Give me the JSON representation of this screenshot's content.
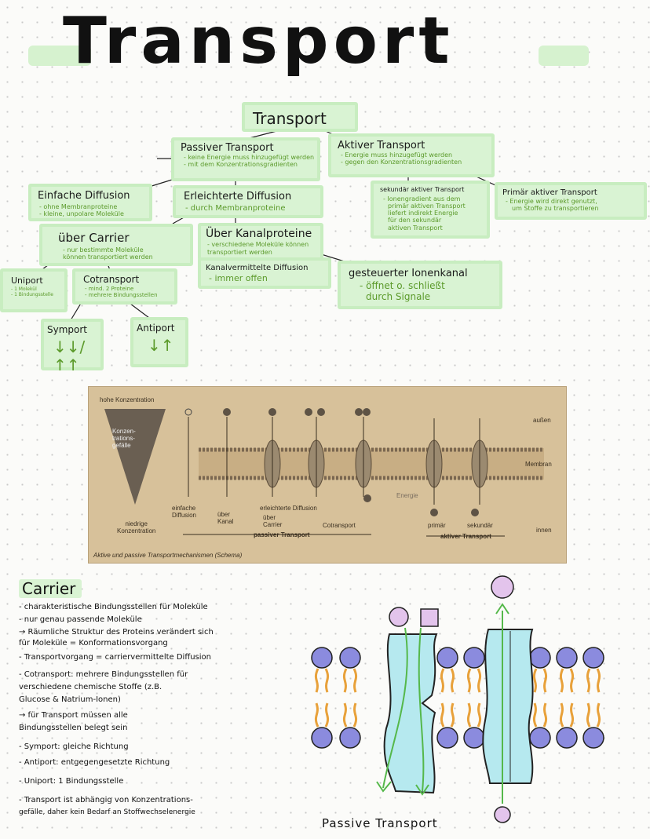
{
  "title": "Transport",
  "tree": {
    "root": "Transport",
    "passive": {
      "heading": "Passiver Transport",
      "notes": [
        "- keine Energie muss hinzugefügt werden",
        "- mit dem Konzentrationsgradienten"
      ]
    },
    "active": {
      "heading": "Aktiver Transport",
      "notes": [
        "- Energie muss hinzugefügt werden",
        "- gegen den Konzentrationsgradienten"
      ]
    },
    "secondary": {
      "heading": "sekundär aktiver Transport",
      "notes": [
        "- Ionengradient aus dem",
        "primär aktiven Transport",
        "liefert indirekt Energie",
        "für den sekundär",
        "aktiven Transport"
      ]
    },
    "primary": {
      "heading": "Primär aktiver Transport",
      "notes": [
        "- Energie wird direkt genutzt,",
        "um Stoffe zu transportieren"
      ]
    },
    "simple": {
      "heading": "Einfache Diffusion",
      "notes": [
        "- ohne Membranproteine",
        "- kleine, unpolare Moleküle"
      ]
    },
    "facilitated": {
      "heading": "Erleichterte Diffusion",
      "notes": [
        "- durch Membranproteine"
      ]
    },
    "carrier": {
      "heading": "über Carrier",
      "notes": [
        "- nur bestimmte Moleküle",
        "können transportiert werden"
      ]
    },
    "channel": {
      "heading": "Über Kanalproteine",
      "notes": [
        "- verschiedene Moleküle können",
        "transportiert werden"
      ]
    },
    "channel_mediated": {
      "heading": "Kanalvermittelte Diffusion",
      "notes": [
        "- immer offen"
      ]
    },
    "gated": {
      "heading": "gesteuerter Ionenkanal",
      "notes": [
        "- öffnet o. schließt",
        "durch Signale"
      ]
    },
    "uniport": {
      "heading": "Uniport",
      "notes": [
        "- 1 Molekül",
        "- 1 Bindungsstelle"
      ]
    },
    "cotransport": {
      "heading": "Cotransport",
      "notes": [
        "- mind. 2 Proteine",
        "- mehrere Bindungsstellen"
      ]
    },
    "symport": {
      "heading": "Symport",
      "arrows": "↓↓/↑↑"
    },
    "antiport": {
      "heading": "Antiport",
      "arrows": "↓↑"
    }
  },
  "textbook": {
    "high": "hohe Konzentration",
    "gradient": "Konzen-\ntrations-\ngefälle",
    "low": "niedrige\nKonzentration",
    "outside": "außen",
    "membrane": "Membran",
    "inside": "innen",
    "energy": "Energie",
    "simple": "einfache\nDiffusion",
    "via_channel": "über\nKanal",
    "facilitated": "erleichterte Diffusion",
    "via_carrier": "über\nCarrier",
    "cotransport": "Cotransport",
    "passive": "passiver Transport",
    "primary": "primär",
    "secondary": "sekundär",
    "active": "aktiver Transport",
    "caption": "Aktive und passive Transportmechanismen (Schema)"
  },
  "carrier_notes": {
    "title": "Carrier",
    "lines": [
      "- charakteristische Bindungsstellen für Moleküle",
      "- nur genau passende Moleküle",
      "→ Räumliche Struktur des Proteins verändert sich",
      "   für Moleküle = Konformationsvorgang",
      "- Transportvorgang = carriervermittelte Diffusion",
      "- Cotransport: mehrere Bindungsstellen für",
      "   verschiedene chemische Stoffe (z.B.",
      "   Glucose & Natrium-Ionen)",
      "   → für Transport müssen alle",
      "      Bindungsstellen belegt sein",
      "- Symport: gleiche Richtung",
      "- Antiport: entgegengesetzte Richtung",
      "- Uniport: 1 Bindungsstelle",
      "- Transport ist abhängig von Konzentrations-",
      "   gefälle, daher kein Bedarf an Stoffwechselenergie"
    ]
  },
  "diagram_label": "Passive Transport",
  "colors": {
    "highlight": "#d9f3d3",
    "green_text": "#5b9a2a",
    "head": "#8b8bde",
    "tail": "#e8a13a",
    "protein": "#b6e9ef",
    "molecule": "#e3c4ec",
    "arrow": "#55b84a"
  }
}
